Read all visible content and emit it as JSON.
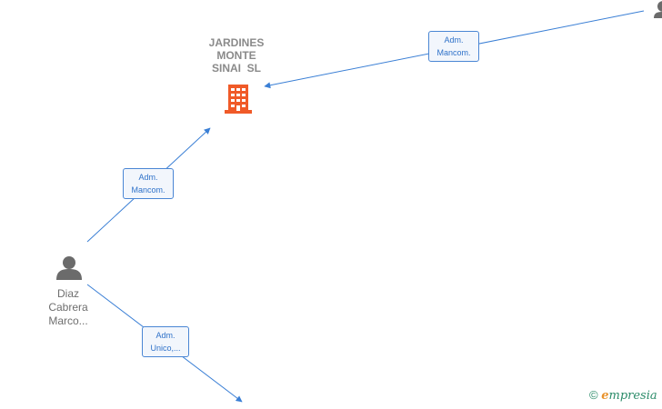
{
  "company": {
    "name_lines": [
      "JARDINES",
      "MONTE",
      "SINAI  SL"
    ],
    "icon": "building-icon",
    "icon_color": "#f05a28"
  },
  "person": {
    "name_lines": [
      "Diaz",
      "Cabrera",
      "Marco..."
    ],
    "icon": "person-icon",
    "icon_color": "#6b6b6b"
  },
  "edges": [
    {
      "label_lines": [
        "Adm.",
        "Mancom."
      ]
    },
    {
      "label_lines": [
        "Adm.",
        "Mancom."
      ]
    },
    {
      "label_lines": [
        "Adm.",
        "Unico,..."
      ]
    }
  ],
  "colors": {
    "edge": "#3a7fd5",
    "label_text": "#2f72c9"
  },
  "brand": {
    "copyright": "©",
    "initial": "e",
    "rest": "mpresia"
  }
}
